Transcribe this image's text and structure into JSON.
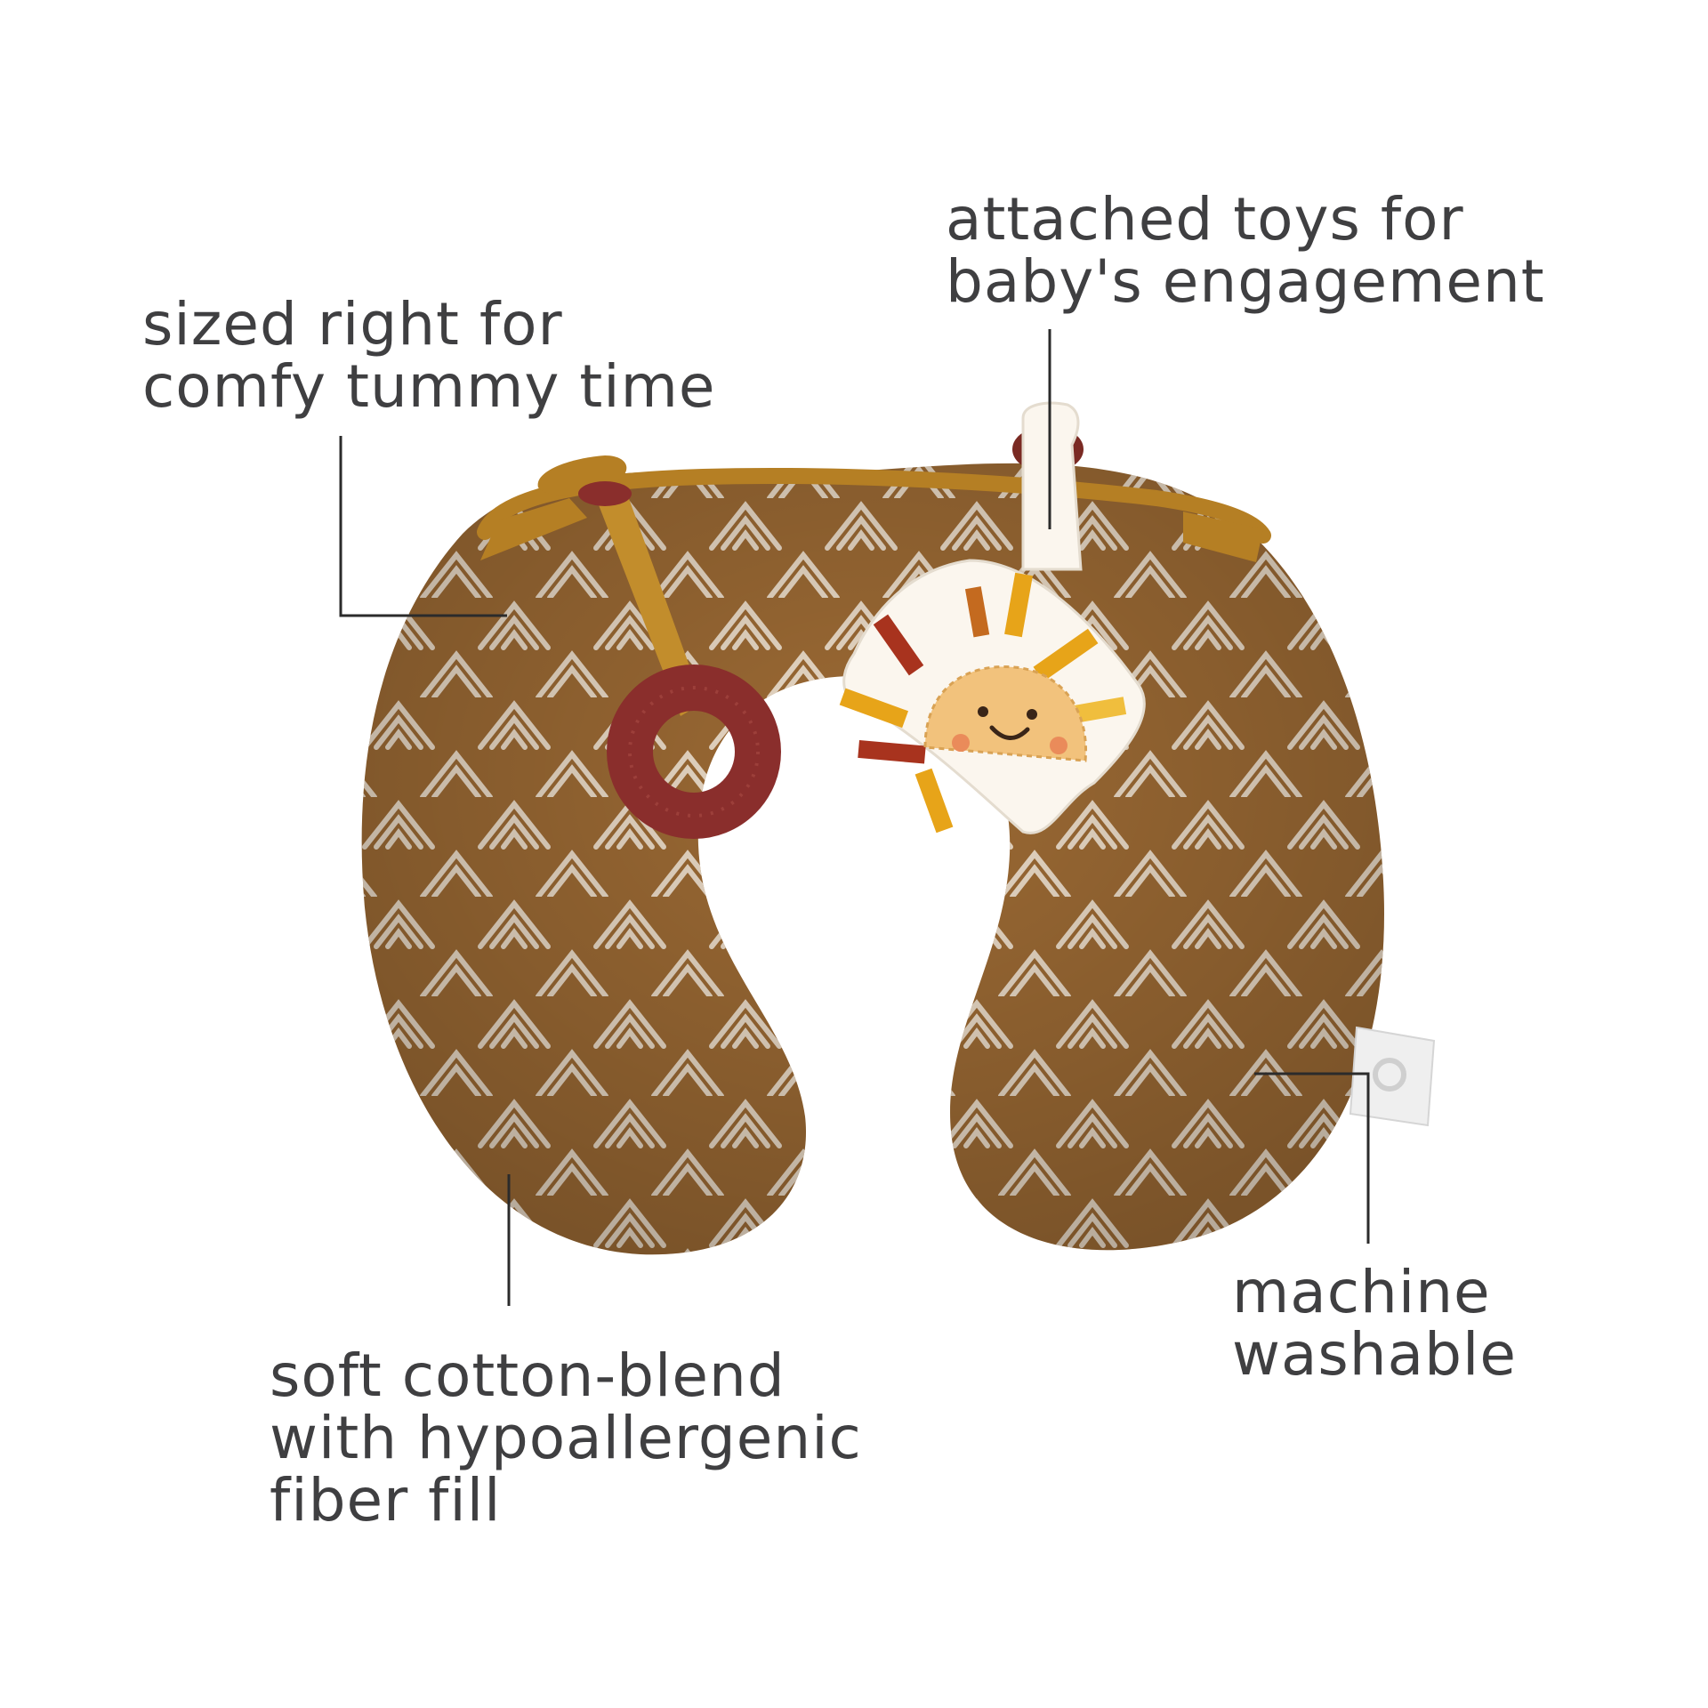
{
  "callouts": {
    "size": {
      "line1": "sized right for",
      "line2": "comfy tummy time"
    },
    "toys": {
      "line1": "attached toys for",
      "line2": "baby's engagement"
    },
    "fabric": {
      "line1": "soft cotton-blend",
      "line2": "with hypoallergenic",
      "line3": "fiber fill"
    },
    "wash": {
      "line1": "machine",
      "line2": "washable"
    }
  },
  "colors": {
    "pillow": "#9c6a34",
    "pattern": "#f3e6d6",
    "trim": "#b57f24",
    "teether": "#8a2e2c",
    "toy_body": "#fbf6ee",
    "sun_face": "#f2c27c",
    "text": "#3f3f41",
    "leader_line": "#2b2b2b"
  },
  "icons": [
    "pillow-image",
    "teether-ring-icon",
    "sun-plush-toy-icon",
    "care-tag-icon"
  ]
}
